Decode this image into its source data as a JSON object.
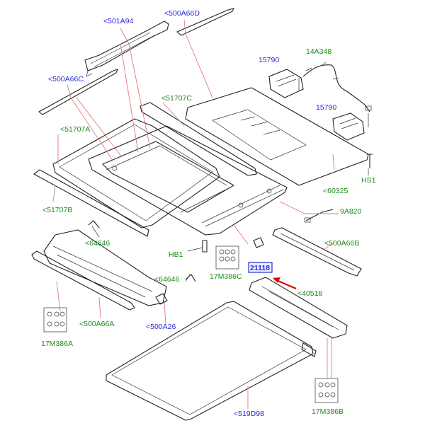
{
  "labels": {
    "l_501A94": "<501A94",
    "l_500A66D": "<500A66D",
    "l_500A66C": "<500A66C",
    "l_15790_top": "15790",
    "l_14A348": "14A348",
    "l_51707C": "<51707C",
    "l_15790_mid": "15790",
    "l_51707A": "<51707A",
    "l_HS1": "HS1",
    "l_60325": "<60325",
    "l_51707B": "<51707B",
    "l_9A820": "9A820",
    "l_64646_a": "<64646",
    "l_500A66B": "<500A66B",
    "l_HB1": "HB1",
    "l_17M386C": "17M386C",
    "l_21118": "21118",
    "l_64646_b": "<64646",
    "l_40518": "<40518",
    "l_500A66A": "<500A66A",
    "l_500A26": "<500A26",
    "l_17M386A": "17M386A",
    "l_519D98": "<519D98",
    "l_17M386B": "17M386B"
  },
  "colors": {
    "blue_label": "#2a2ad6",
    "green_label": "#1d8a1d",
    "leader": "#e07a7a",
    "arrow": "#e00000",
    "line_art": "#222222"
  },
  "highlight": {
    "part": "21118"
  }
}
